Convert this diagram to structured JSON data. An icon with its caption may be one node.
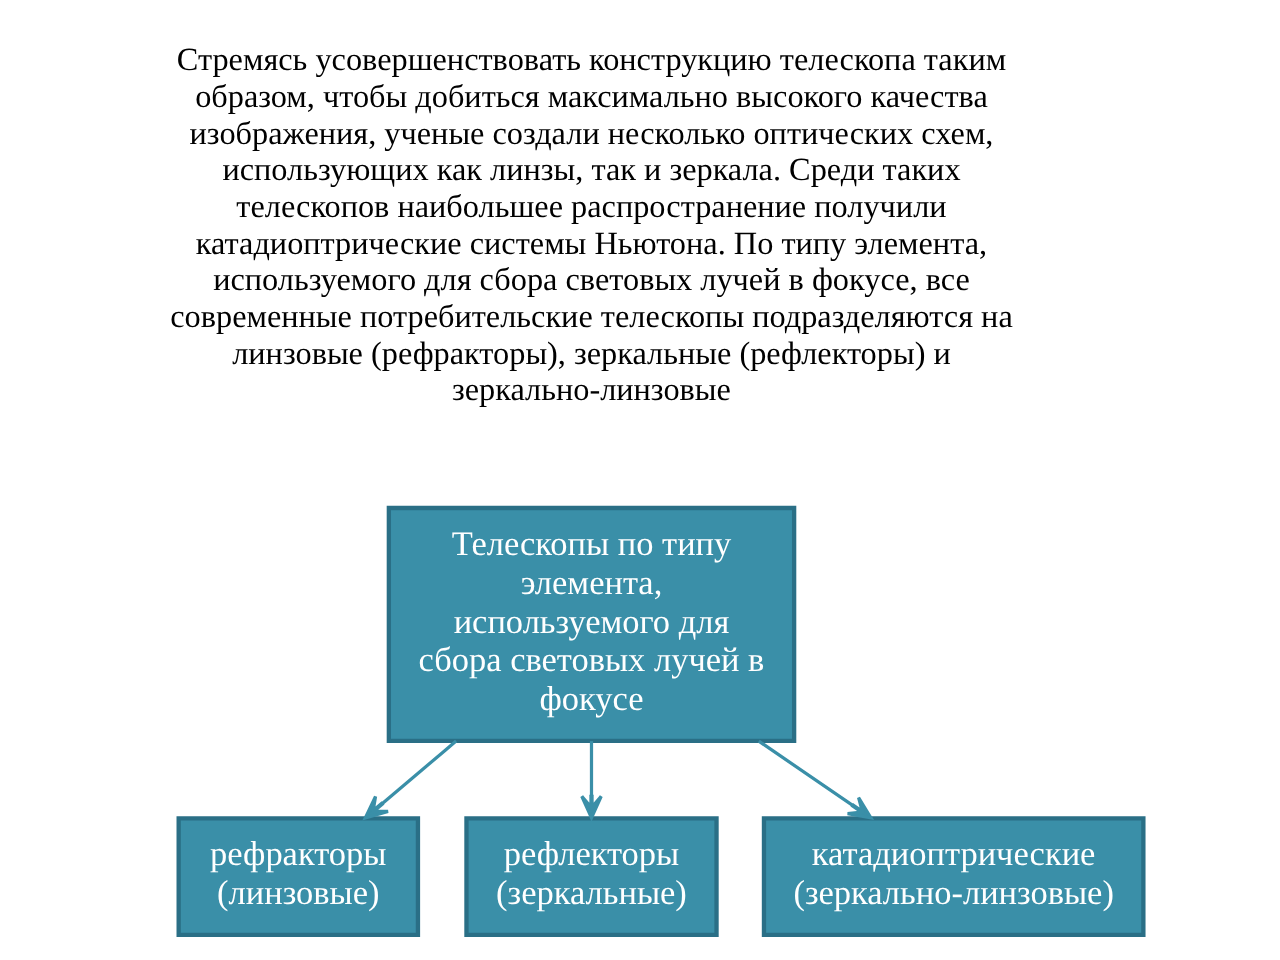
{
  "diagram": {
    "nodes": [
      {
        "text": [
          "Телескопы по типу элемента, используемого для сбора световых лучей в фокусе"
        ]
      },
      {
        "text": [
          "рефракторы (линзовые)"
        ]
      },
      {
        "text": [
          "рефлекторы (зеркальные)"
        ]
      },
      {
        "text": [
          "катадиоптрические (зеркально-линзовые)"
        ]
      }
    ],
    "edges": [
      {
        "from": 0,
        "to": 1,
        "arrow": "to"
      },
      {
        "from": 0,
        "to": 2,
        "arrow": "to"
      },
      {
        "from": 0,
        "to": 3,
        "arrow": "to"
      }
    ],
    "labels": [
      "Стремясь усовершенствовать конструкцию телескопа таким образом, чтобы добиться максимально высокого качества изображения, ученые создали несколько оптических схем, использующих как линзы, так и зеркала. Среди таких телескопов наибольшее распространение получили катадиоптрические системы Ньютона. По типу элемента, используемого для сбора световых лучей в фокусе, все современные потребительские телескопы подразделяются на линзовые (рефракторы), зеркальные (рефлекторы) и зеркально-линзовые"
    ]
  }
}
